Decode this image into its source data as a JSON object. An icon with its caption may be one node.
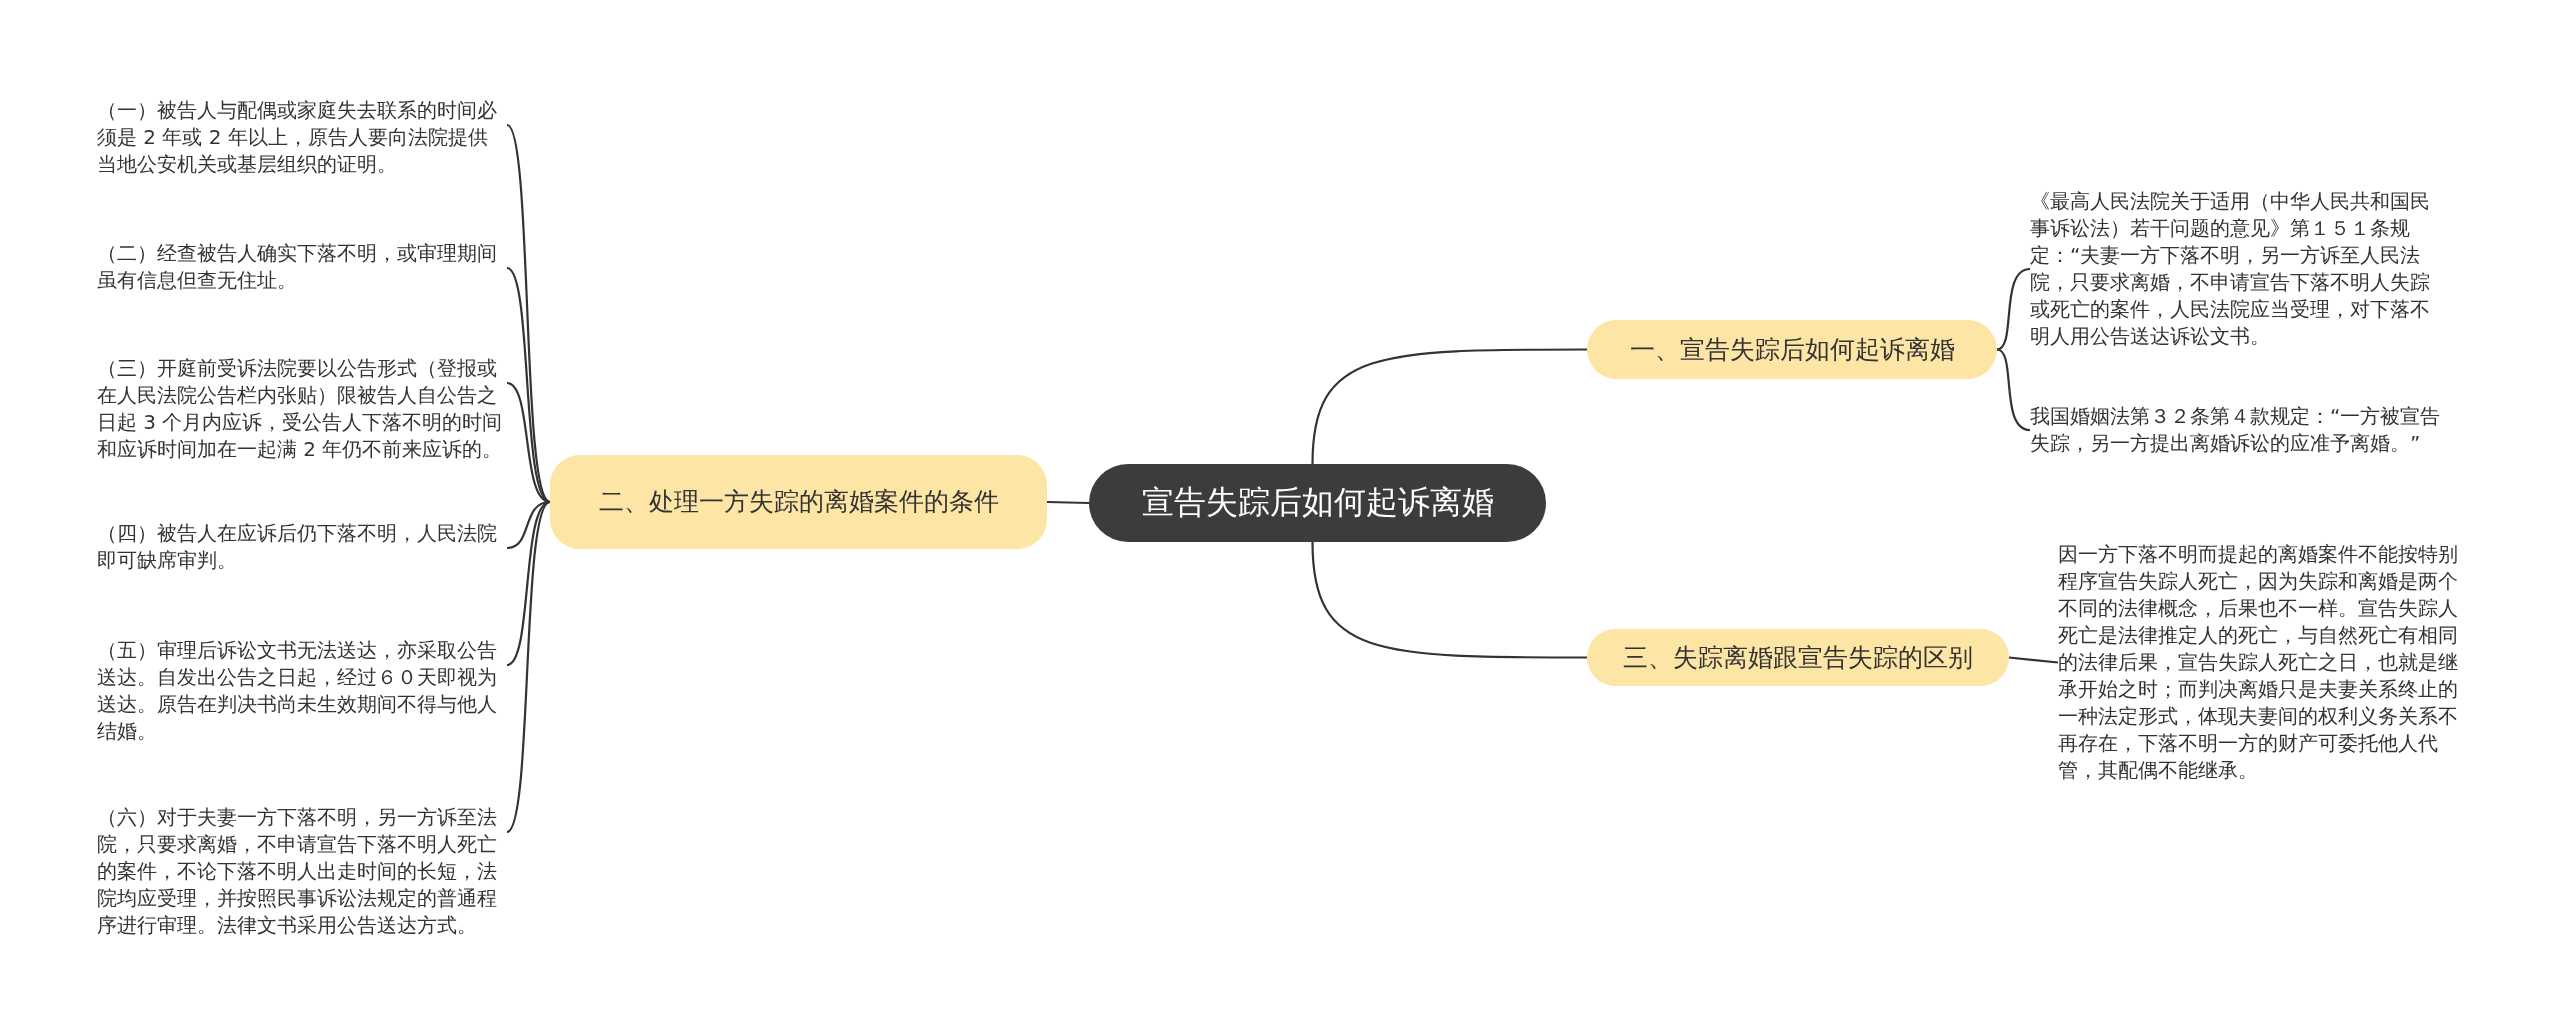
{
  "diagram": {
    "nodes": [
      {
        "text": [
          "宣告失踪后如何起诉离婚"
        ]
      },
      {
        "text": [
          "一、宣告失踪后如何起诉离婚"
        ]
      },
      {
        "text": [
          "《最高人民法院关于适用（中华人民共和国民事诉讼法）若干问题的意见》第１５１条规定：“夫妻一方下落不明，另一方诉至人民法院，只要求离婚，不申请宣告下落不明人失踪或死亡的案件，人民法院应当受理，对下落不明人用公告送达诉讼文书。"
        ]
      },
      {
        "text": [
          "我国婚姻法第３２条第４款规定：“一方被宣告失踪，另一方提出离婚诉讼的应准予离婚。”"
        ]
      },
      {
        "text": [
          "二、处理一方失踪的离婚案件的条件"
        ]
      },
      {
        "text": [
          "（一）被告人与配偶或家庭失去联系的时间必须是 2 年或 2 年以上，原告人要向法院提供当地公安机关或基层组织的证明。"
        ]
      },
      {
        "text": [
          "（二）经查被告人确实下落不明，或审理期间虽有信息但查无住址。"
        ]
      },
      {
        "text": [
          "（三）开庭前受诉法院要以公告形式（登报或在人民法院公告栏内张贴）限被告人自公告之日起 3 个月内应诉，受公告人下落不明的时间和应诉时间加在一起满 2 年仍不前来应诉的。"
        ]
      },
      {
        "text": [
          "（四）被告人在应诉后仍下落不明，人民法院即可缺席审判。"
        ]
      },
      {
        "text": [
          "（五）审理后诉讼文书无法送达，亦采取公告送达。自发出公告之日起，经过６０天即视为送达。原告在判决书尚未生效期间不得与他人结婚。"
        ]
      },
      {
        "text": [
          "（六）对于夫妻一方下落不明，另一方诉至法院，只要求离婚，不申请宣告下落不明人死亡的案件，不论下落不明人出走时间的长短，法院均应受理，并按照民事诉讼法规定的普通程序进行审理。法律文书采用公告送达方式。"
        ]
      },
      {
        "text": [
          "三、失踪离婚跟宣告失踪的区别"
        ]
      },
      {
        "text": [
          "因一方下落不明而提起的离婚案件不能按特别程序宣告失踪人死亡，因为失踪和离婚是两个不同的法律概念，后果也不一样。宣告失踪人死亡是法律推定人的死亡，与自然死亡有相同的法律后果，宣告失踪人死亡之日，也就是继承开始之时；而判决离婚只是夫妻关系终止的一种法定形式，体现夫妻间的权利义务关系不再存在，下落不明一方的财产可委托他人代管，其配偶不能继承。"
        ]
      }
    ],
    "edges": [
      {
        "from": 0,
        "to": 1,
        "arrow": "none"
      },
      {
        "from": 1,
        "to": 2,
        "arrow": "none"
      },
      {
        "from": 1,
        "to": 3,
        "arrow": "none"
      },
      {
        "from": 0,
        "to": 4,
        "arrow": "none"
      },
      {
        "from": 4,
        "to": 5,
        "arrow": "none"
      },
      {
        "from": 4,
        "to": 6,
        "arrow": "none"
      },
      {
        "from": 4,
        "to": 7,
        "arrow": "none"
      },
      {
        "from": 4,
        "to": 8,
        "arrow": "none"
      },
      {
        "from": 4,
        "to": 9,
        "arrow": "none"
      },
      {
        "from": 4,
        "to": 10,
        "arrow": "none"
      },
      {
        "from": 0,
        "to": 11,
        "arrow": "none"
      },
      {
        "from": 11,
        "to": 12,
        "arrow": "none"
      }
    ]
  }
}
